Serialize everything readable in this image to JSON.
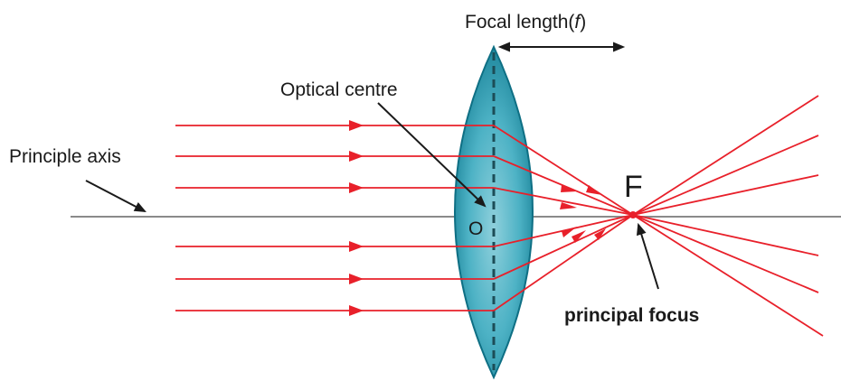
{
  "labels": {
    "focal_length_prefix": "Focal length(",
    "focal_length_symbol": "f",
    "focal_length_suffix": ")",
    "optical_centre": "Optical centre",
    "principle_axis": "Principle axis",
    "focus_letter": "F",
    "centre_letter": "O",
    "principal_focus": "principal focus"
  },
  "colors": {
    "ray": "#e8202a",
    "axis": "#8a8a8a",
    "lens_edge": "#0e6f84",
    "lens_fill": "#3aa3b8",
    "lens_highlight": "#8fd0dc",
    "arrow": "#1a1a1a"
  }
}
